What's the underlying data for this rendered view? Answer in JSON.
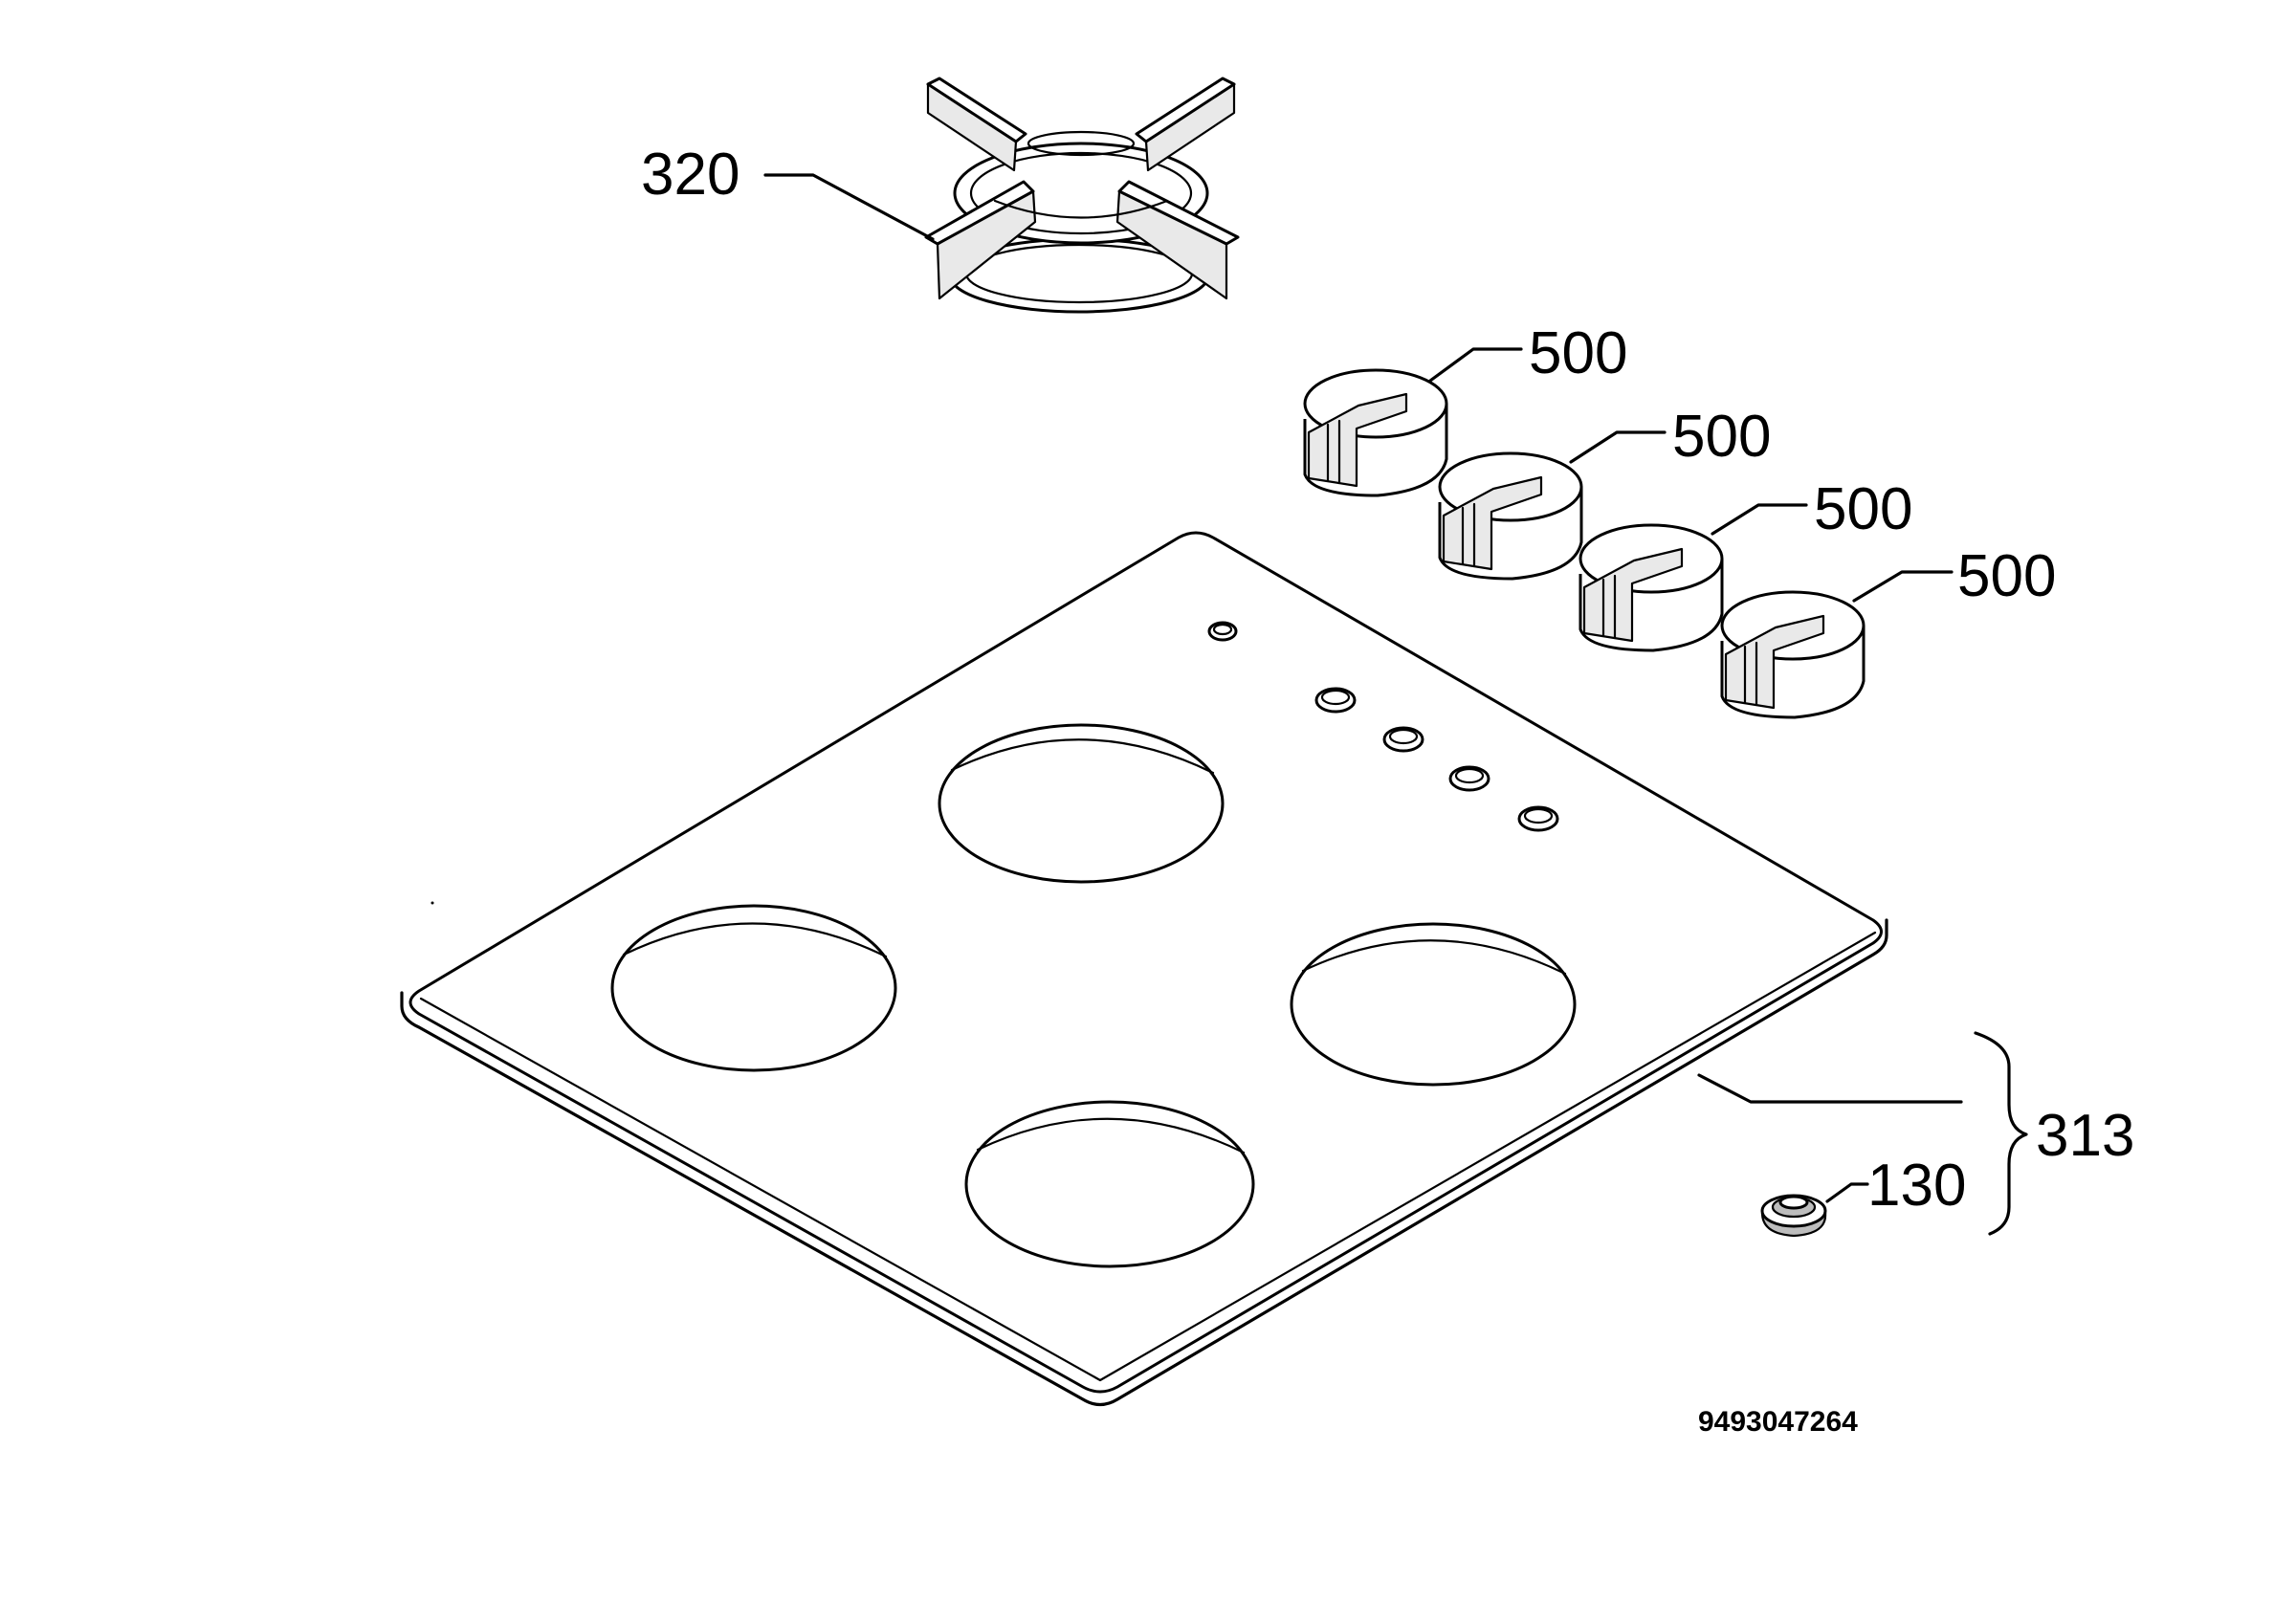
{
  "diagram": {
    "callouts": {
      "pan_support": "320",
      "knobs": [
        "500",
        "500",
        "500",
        "500"
      ],
      "hob_top_group": "313",
      "burner_cap": "130"
    },
    "drawing_number": "9493047264"
  }
}
